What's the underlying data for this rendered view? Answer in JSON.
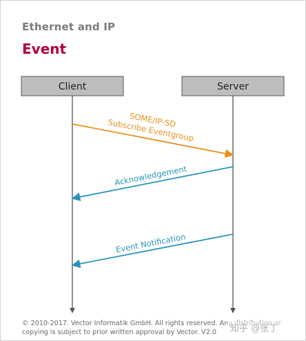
{
  "header": {
    "section_title": "Ethernet and IP",
    "page_title": "Event"
  },
  "diagram": {
    "participants": [
      {
        "id": "client",
        "label": "Client"
      },
      {
        "id": "server",
        "label": "Server"
      }
    ],
    "messages": [
      {
        "from": "client",
        "to": "server",
        "lines": [
          "SOME/IP-SD",
          "Subscribe Eventgroup"
        ],
        "color": "#e8901c"
      },
      {
        "from": "server",
        "to": "client",
        "lines": [
          "Acknowledgement"
        ],
        "color": "#2a93b8"
      },
      {
        "from": "server",
        "to": "client",
        "lines": [
          "Event Notification"
        ],
        "color": "#2a93b8"
      }
    ]
  },
  "footer": {
    "copyright_line1": "© 2010-2017. Vector Informatik GmbH. All rights reserved. Any distribution or",
    "copyright_line2": "copying is subject to prior written approval by Vector. V2.0"
  },
  "watermark": "知乎 @张丁",
  "colors": {
    "title_accent": "#b0003a",
    "participant_box": "#bdbdbd",
    "lifeline": "#555555",
    "request_arrow": "#e8901c",
    "response_arrow": "#2a93b8"
  }
}
